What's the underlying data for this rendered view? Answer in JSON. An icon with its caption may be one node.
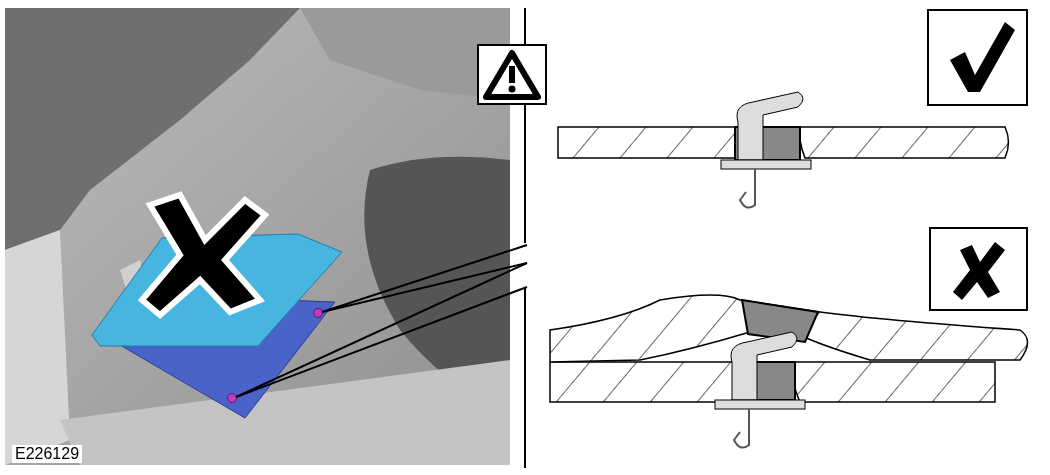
{
  "diagram": {
    "nodes": [
      {
        "text": [],
        "shape": "picture"
      },
      {
        "text": [],
        "shape": "circle"
      },
      {
        "text": [],
        "shape": "circle"
      }
    ],
    "edges": [
      {
        "from": 0,
        "to": 1,
        "arrow": "none"
      },
      {
        "from": 0,
        "to": 2,
        "arrow": "none"
      }
    ],
    "labels": [
      "E226129"
    ]
  }
}
